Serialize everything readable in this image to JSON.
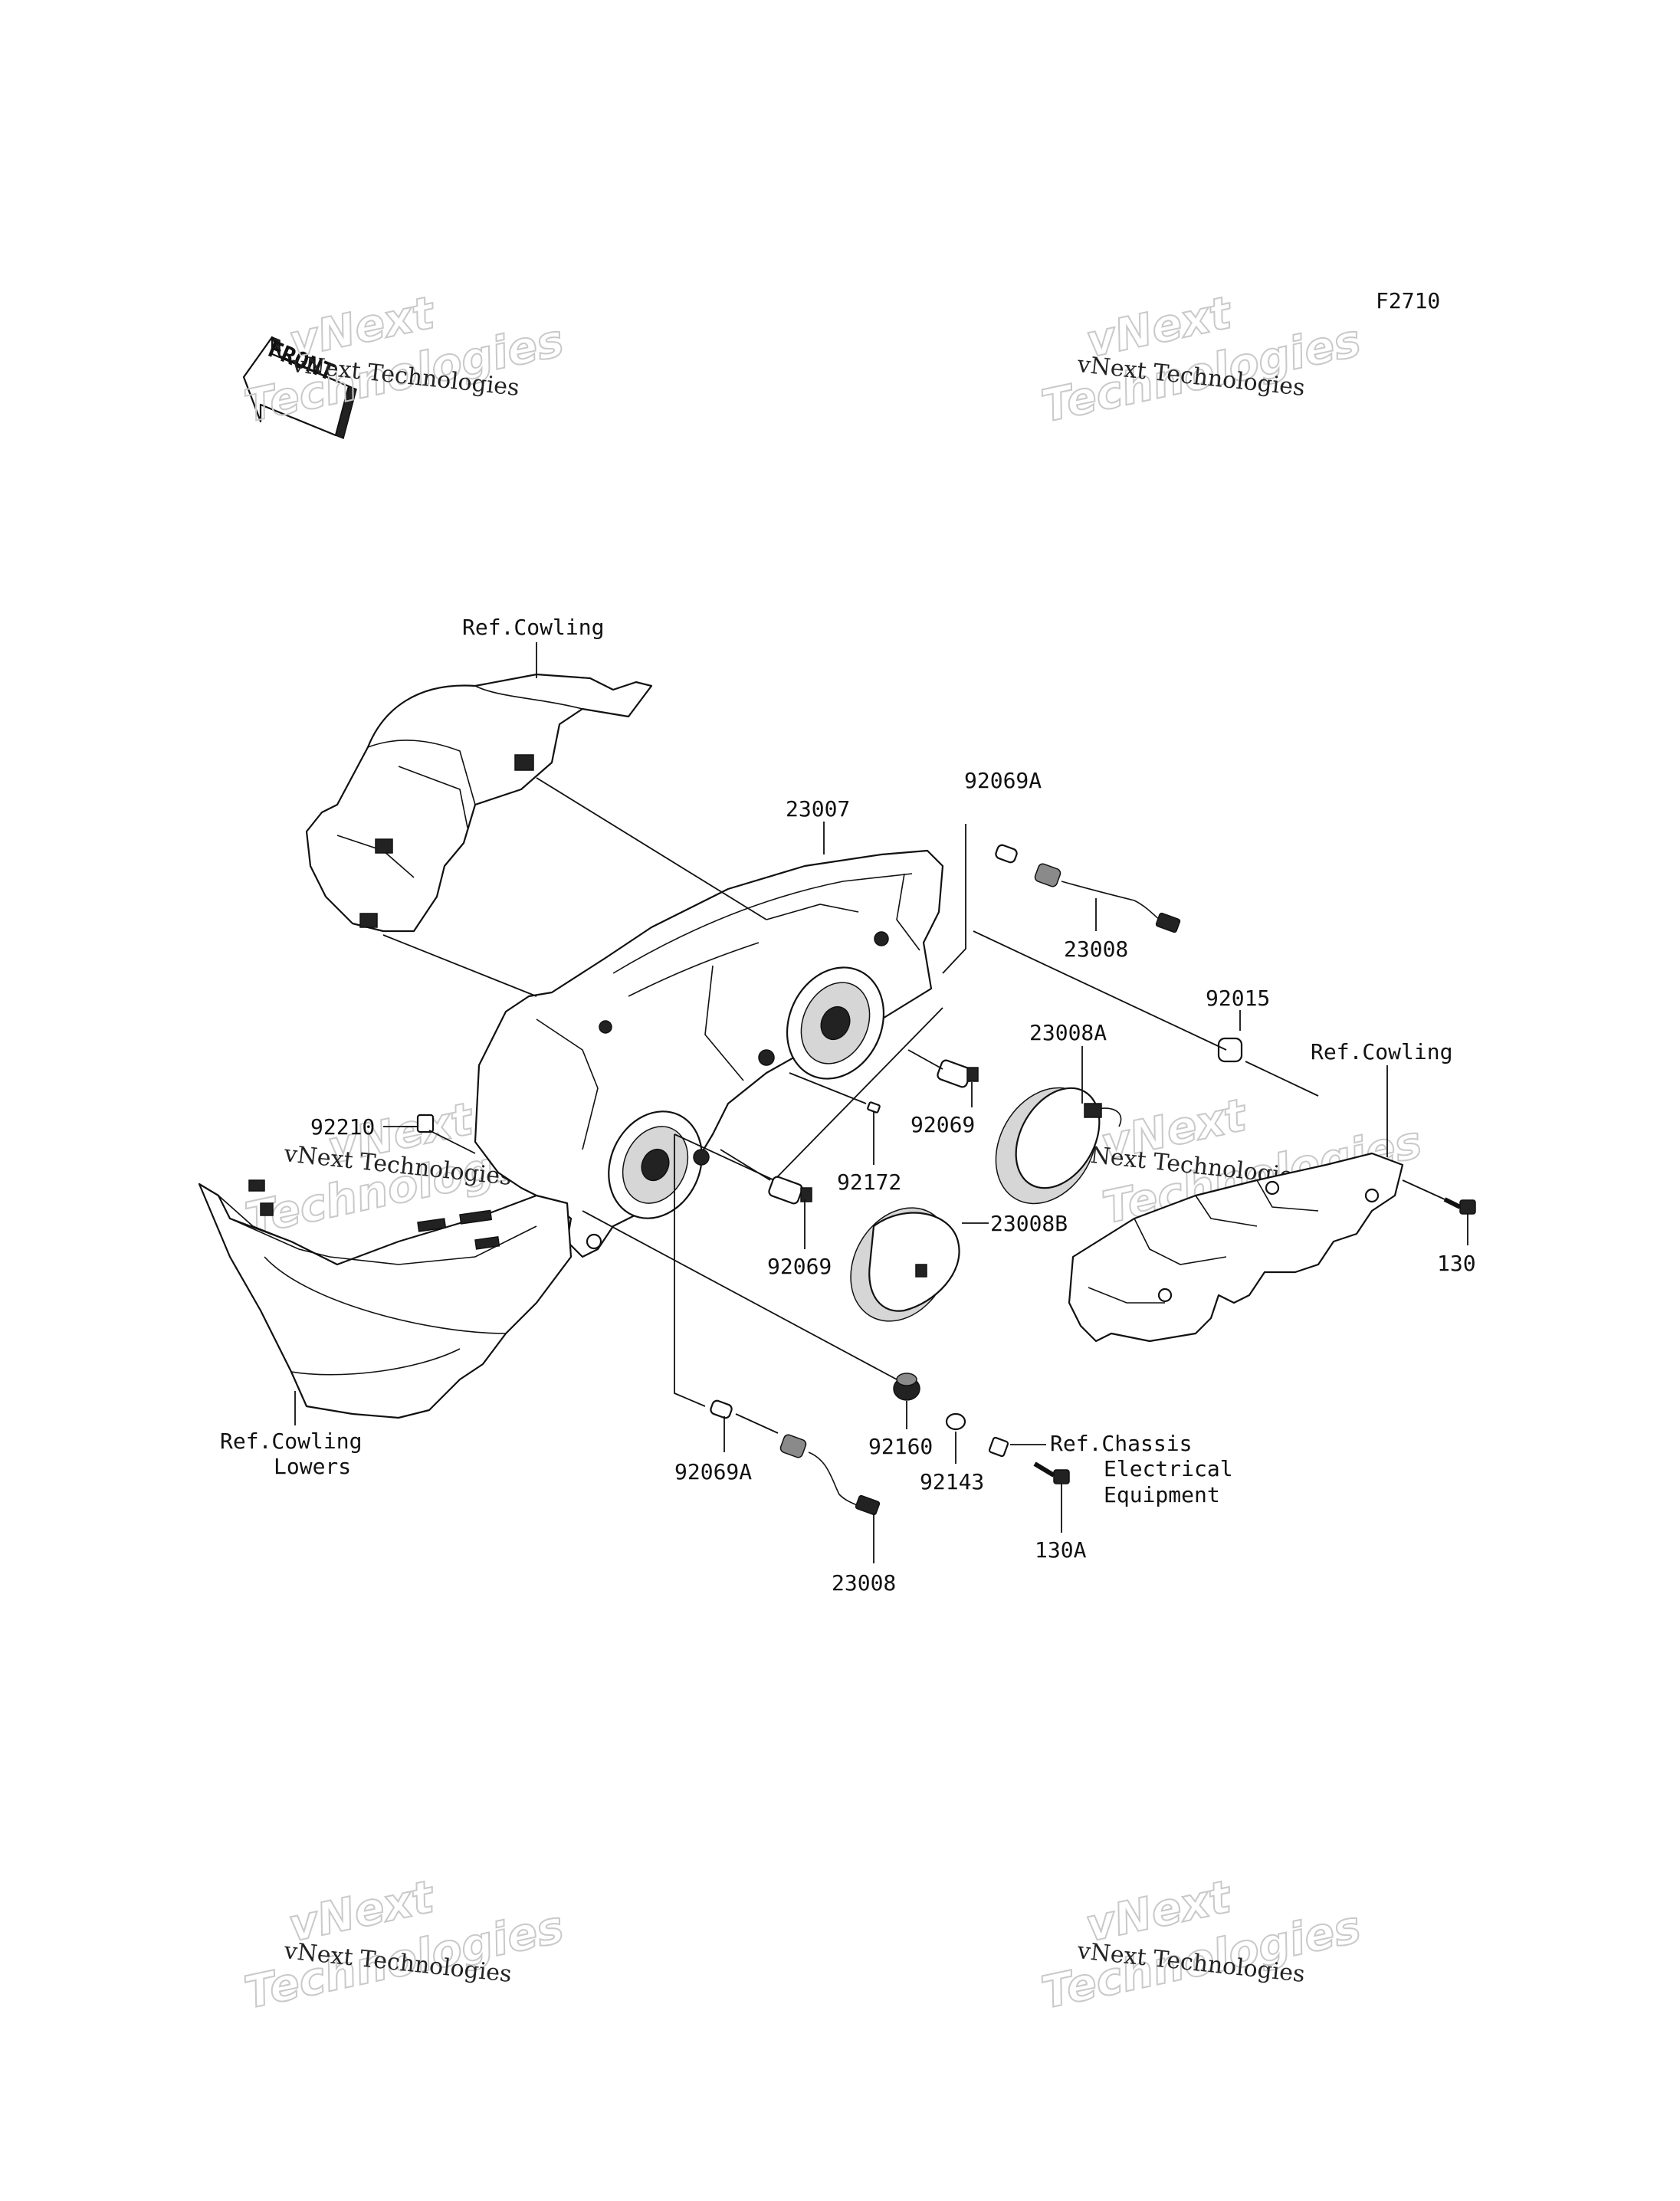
{
  "figure_code": "F2710",
  "front_badge": "FRONT",
  "watermarks": [
    {
      "line1": "vNext Technologies",
      "line2": "Technologies"
    },
    {
      "line1": "vNext Technologies",
      "line2": "Technologies"
    },
    {
      "line1": "vNext Technologies",
      "line2": "Technologies"
    },
    {
      "line1": "vNext Technologies",
      "line2": "Technologies"
    },
    {
      "line1": "vNext Technologies",
      "line2": "Technologies"
    },
    {
      "line1": "vNext Technologies",
      "line2": "Technologies"
    }
  ],
  "labels": {
    "ref_cowling_top": "Ref.Cowling",
    "p23007": "23007",
    "p92069A_top": "92069A",
    "p23008_top": "23008",
    "p92015": "92015",
    "ref_cowling_right": "Ref.Cowling",
    "p23008A": "23008A",
    "p92210": "92210",
    "p92069_right": "92069",
    "p92172": "92172",
    "p23008B": "23008B",
    "p92069_left": "92069",
    "p130": "130",
    "ref_cowling_lowers_1": "Ref.Cowling",
    "ref_cowling_lowers_2": "Lowers",
    "p92160": "92160",
    "ref_chassis_1": "Ref.Chassis",
    "ref_chassis_2": "Electrical",
    "ref_chassis_3": "Equipment",
    "p92143": "92143",
    "p92069A_bottom": "92069A",
    "p130A": "130A",
    "p23008_bottom": "23008"
  }
}
